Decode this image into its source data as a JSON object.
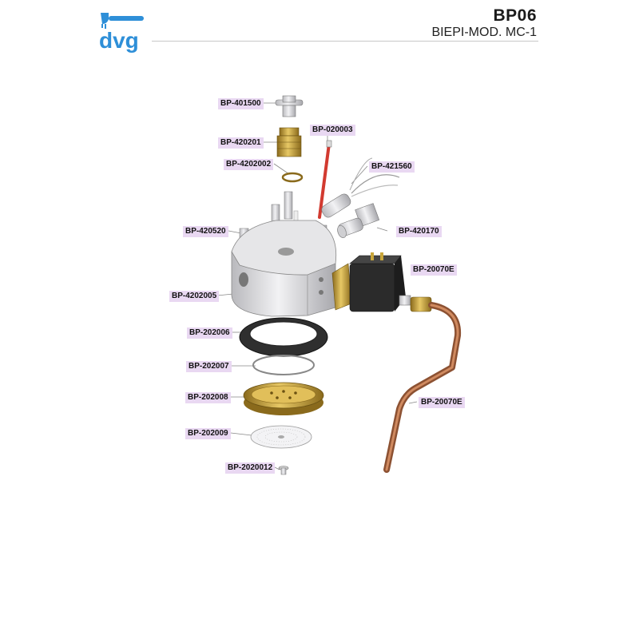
{
  "header": {
    "brand": "dvg",
    "code": "BP06",
    "model": "BIEPI-MOD. MC-1",
    "brand_color": "#2e8fd8"
  },
  "parts": [
    {
      "id": "p1",
      "label": "BP-401500"
    },
    {
      "id": "p2",
      "label": "BP-420201"
    },
    {
      "id": "p3",
      "label": "BP-020003"
    },
    {
      "id": "p4",
      "label": "BP-4202002"
    },
    {
      "id": "p5",
      "label": "BP-421560"
    },
    {
      "id": "p6",
      "label": "BP-420520"
    },
    {
      "id": "p7",
      "label": "BP-420170"
    },
    {
      "id": "p8",
      "label": "BP-20070E"
    },
    {
      "id": "p9",
      "label": "BP-4202005"
    },
    {
      "id": "p10",
      "label": "BP-202006"
    },
    {
      "id": "p11",
      "label": "BP-202007"
    },
    {
      "id": "p12",
      "label": "BP-202008"
    },
    {
      "id": "p13",
      "label": "BP-202009"
    },
    {
      "id": "p14",
      "label": "BP-20070E"
    },
    {
      "id": "p15",
      "label": "BP-2020012"
    }
  ],
  "colors": {
    "label_bg": "#e9d8f2",
    "aluminium": "#d9d9dc",
    "brass": "#c9a63a",
    "copper": "#b8734a",
    "rubber": "#2f2f2f",
    "red_tube": "#d23a30"
  }
}
